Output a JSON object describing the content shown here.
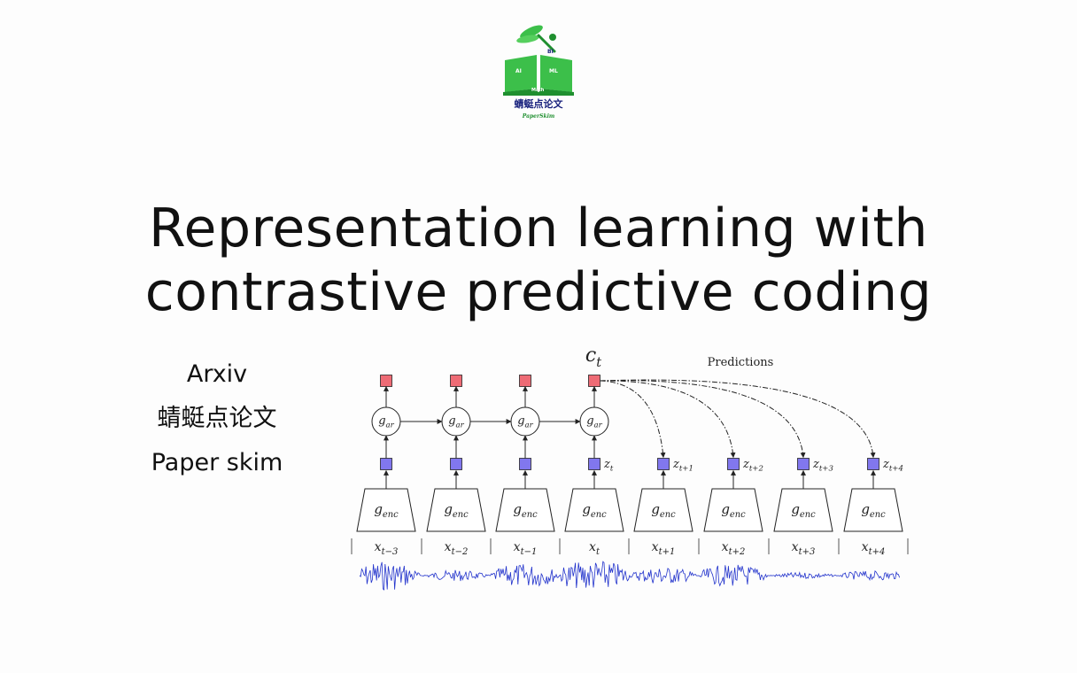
{
  "logo": {
    "tags": [
      "BI",
      "AI",
      "ML",
      "Math"
    ],
    "brand_cn": "蜻蜓点论文",
    "brand_en": "PaperSkim",
    "colors": {
      "green": "#3cbf4a",
      "dark_green": "#1f8f2f",
      "navy": "#1a237e"
    }
  },
  "title": {
    "line1": "Representation learning with",
    "line2": "contrastive predictive coding"
  },
  "side": {
    "line1": "Arxiv",
    "line2": "蜻蜓点论文",
    "line3": "Paper skim"
  },
  "diagram": {
    "context_label": "c",
    "context_sub": "t",
    "predictions_label": "Predictions",
    "ar_label": "g",
    "ar_sub": "ar",
    "enc_label": "g",
    "enc_sub": "enc",
    "z_subs": [
      "t",
      "t+1",
      "t+2",
      "t+3",
      "t+4"
    ],
    "x_subs": [
      "t−3",
      "t−2",
      "t−1",
      "t",
      "t+1",
      "t+2",
      "t+3",
      "t+4"
    ],
    "colors": {
      "context": "#ee6b75",
      "latent": "#8177ee",
      "waveform": "#2233cc",
      "line": "#222222"
    }
  }
}
